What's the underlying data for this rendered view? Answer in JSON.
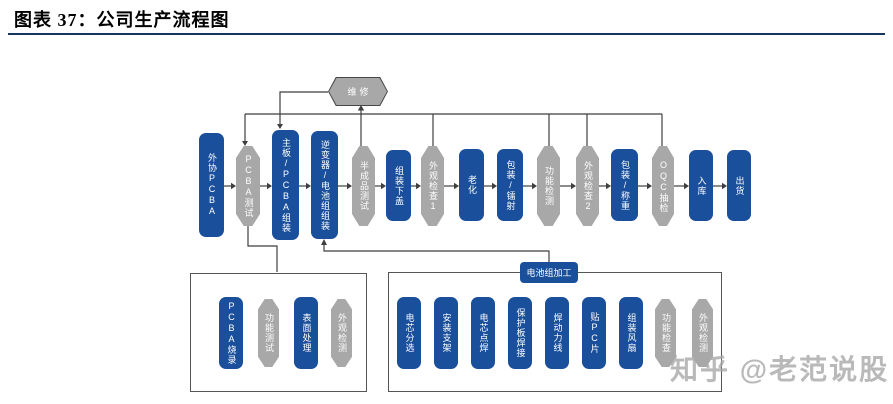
{
  "header": {
    "title": "图表 37：公司生产流程图"
  },
  "colors": {
    "process_fill": "#1a4f9c",
    "inspect_fill": "#a8a8a8",
    "connector": "#3f3f3f",
    "title_rule": "#17365d",
    "watermark_text_color": "#a8a8a8"
  },
  "main_flow": {
    "repair_label": "维修",
    "stations": [
      {
        "label": "外协PCBA",
        "type": "process"
      },
      {
        "label": "PCBA测试",
        "type": "inspection"
      },
      {
        "label": "主板/PCBA组装",
        "type": "process"
      },
      {
        "label": "逆变器/电池组组装",
        "type": "process"
      },
      {
        "label": "半成品测试",
        "type": "inspection"
      },
      {
        "label": "组装下盖",
        "type": "process"
      },
      {
        "label": "外观检查1",
        "type": "inspection"
      },
      {
        "label": "老化",
        "type": "process"
      },
      {
        "label": "包装/镭射",
        "type": "process"
      },
      {
        "label": "功能检测",
        "type": "inspection"
      },
      {
        "label": "外观检查2",
        "type": "inspection"
      },
      {
        "label": "包装/称重",
        "type": "process"
      },
      {
        "label": "OQC抽检",
        "type": "inspection"
      },
      {
        "label": "入库",
        "type": "process"
      },
      {
        "label": "出货",
        "type": "process"
      }
    ]
  },
  "sub_process_left": {
    "stations": [
      {
        "label": "PCBA烧录",
        "type": "process"
      },
      {
        "label": "功能测试",
        "type": "inspection"
      },
      {
        "label": "表面处理",
        "type": "process"
      },
      {
        "label": "外观检测",
        "type": "inspection"
      }
    ]
  },
  "sub_process_right": {
    "title": "电池组加工",
    "stations": [
      {
        "label": "电芯分选",
        "type": "process"
      },
      {
        "label": "安装支架",
        "type": "process"
      },
      {
        "label": "电芯点焊",
        "type": "process"
      },
      {
        "label": "保护板焊接",
        "type": "process"
      },
      {
        "label": "焊动力线",
        "type": "process"
      },
      {
        "label": "贴PC片",
        "type": "process"
      },
      {
        "label": "组装风扇",
        "type": "process"
      },
      {
        "label": "功能检查",
        "type": "inspection"
      },
      {
        "label": "外观检测",
        "type": "inspection"
      }
    ]
  },
  "watermark": {
    "text": "知乎 @老范说股"
  }
}
